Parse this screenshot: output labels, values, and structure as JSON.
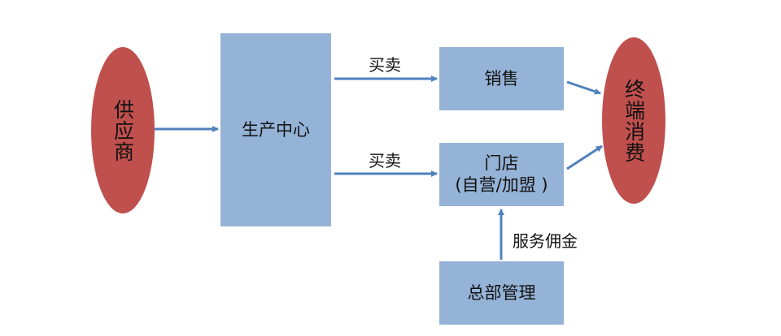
{
  "colors": {
    "ellipse_fill": "#c0504d",
    "box_fill": "#95b3d7",
    "arrow": "#4f81bd"
  },
  "nodes": {
    "supplier": "供应商",
    "production": "生产中心",
    "sales": "销售",
    "store_line1": "门店",
    "store_line2": "(自营/加盟 )",
    "hq": "总部管理",
    "consumer": "终端消费"
  },
  "edges": {
    "trade_top": "买卖",
    "trade_bottom": "买卖",
    "commission": "服务佣金"
  }
}
